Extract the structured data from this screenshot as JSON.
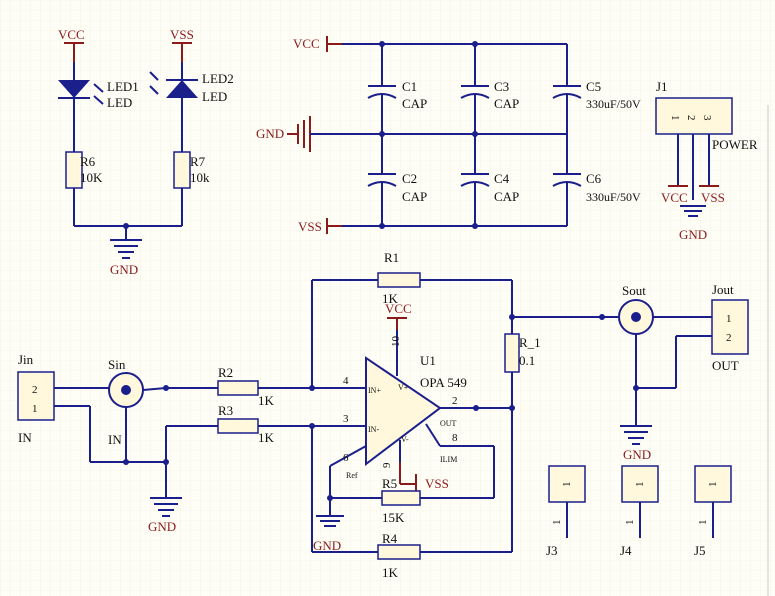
{
  "power_nets": {
    "vcc": "VCC",
    "vss": "VSS",
    "gnd": "GND"
  },
  "led_section": {
    "led1": {
      "ref": "LED1",
      "value": "LED"
    },
    "led2": {
      "ref": "LED2",
      "value": "LED"
    },
    "r6": {
      "ref": "R6",
      "value": "10K"
    },
    "r7": {
      "ref": "R7",
      "value": "10k"
    }
  },
  "capacitors": {
    "c1": {
      "ref": "C1",
      "value": "CAP"
    },
    "c2": {
      "ref": "C2",
      "value": "CAP"
    },
    "c3": {
      "ref": "C3",
      "value": "CAP"
    },
    "c4": {
      "ref": "C4",
      "value": "CAP"
    },
    "c5": {
      "ref": "C5",
      "value": "330uF/50V"
    },
    "c6": {
      "ref": "C6",
      "value": "330uF/50V"
    }
  },
  "power_connector": {
    "ref": "J1",
    "pins": [
      "1",
      "2",
      "3"
    ],
    "value": "POWER"
  },
  "amplifier": {
    "u1": {
      "ref": "U1",
      "value": "OPA 549"
    },
    "pins": {
      "in_plus": "4",
      "in_minus": "3",
      "ref": "6",
      "v_plus": "10",
      "v_minus": "9",
      "out": "2",
      "ilim": "8"
    },
    "pin_names": {
      "in_plus": "IN+",
      "in_minus": "IN-",
      "v_plus": "V+",
      "v_minus": "V-",
      "out": "OUT",
      "ilim": "ILIM",
      "ref": "Ref"
    }
  },
  "resistors": {
    "r1": {
      "ref": "R1",
      "value": "1K"
    },
    "r2": {
      "ref": "R2",
      "value": "1K"
    },
    "r3": {
      "ref": "R3",
      "value": "1K"
    },
    "r4": {
      "ref": "R4",
      "value": "1K"
    },
    "r5": {
      "ref": "R5",
      "value": "15K"
    },
    "r_1": {
      "ref": "R_1",
      "value": "0.1"
    }
  },
  "connectors": {
    "jin": {
      "ref": "Jin",
      "pins": [
        "2",
        "1"
      ],
      "value": "IN"
    },
    "sin": {
      "ref": "Sin",
      "value": "IN"
    },
    "sout": {
      "ref": "Sout"
    },
    "jout": {
      "ref": "Jout",
      "pins": [
        "1",
        "2"
      ],
      "value": "OUT"
    },
    "j3": {
      "ref": "J3",
      "pin": "1"
    },
    "j4": {
      "ref": "J4",
      "pin": "1"
    },
    "j5": {
      "ref": "J5",
      "pin": "1"
    }
  },
  "colors": {
    "wire": "#1b1f8c",
    "power": "#8b1a1a",
    "body": "#fff8dc",
    "background": "#fefef6"
  }
}
